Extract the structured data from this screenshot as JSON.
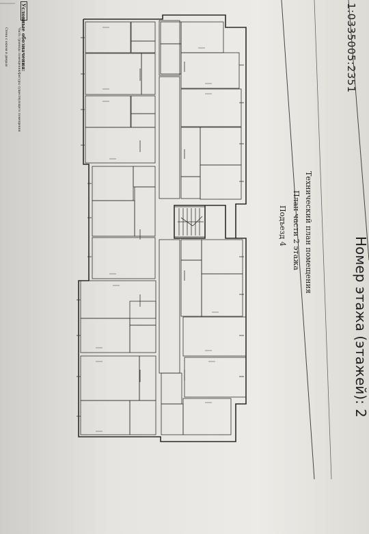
{
  "header": {
    "cadastral_number": "1:0335005:2351",
    "floor_label": "Номер этажа (этажей): 2"
  },
  "title": {
    "line1": "Технический план помещения",
    "line2": "План части 2 этажа",
    "line3": "Подъезд 4"
  },
  "legend": {
    "title": "Условные обозначения:",
    "item1": "Часть границы помещения/фигуры существующего помещения",
    "item2": "Стена с окном и дверью"
  },
  "colors": {
    "line": "#2a2a2a",
    "paper": "#e9e7e3"
  }
}
